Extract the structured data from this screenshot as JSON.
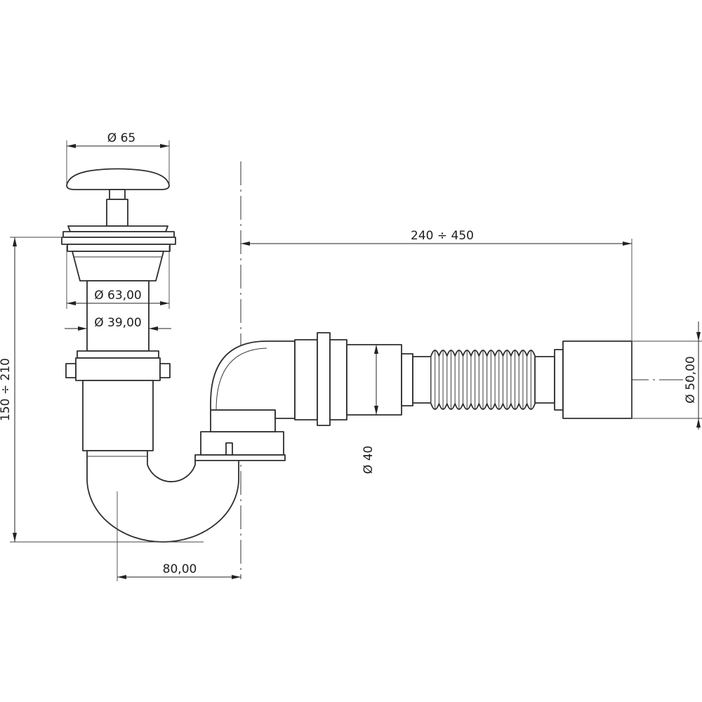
{
  "dimensions": {
    "top_cap_diameter": "Ø 65",
    "inner_diameter_large": "Ø 63,00",
    "inner_diameter_small": "Ø 39,00",
    "height_range": "150 ÷ 210",
    "horizontal_offset": "80,00",
    "length_range": "240 ÷ 450",
    "pipe_diameter": "Ø 40",
    "outlet_diameter": "Ø 50,00"
  },
  "colors": {
    "line": "#2e2e2e",
    "background": "#ffffff"
  }
}
